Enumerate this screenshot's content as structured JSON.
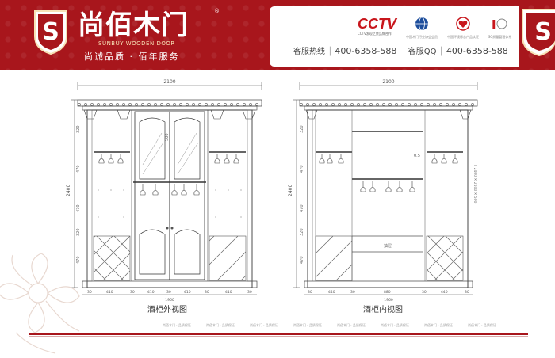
{
  "brand": {
    "logo_letter": "S",
    "name_cn": "尚佰木门",
    "name_en": "SUNBUY WOODEN DOOR",
    "slogan": "尚诚品质 · 佰年服务",
    "registered": "®"
  },
  "partners": {
    "cctv": "CCTV",
    "cctv_caption": "CCTV发现之旅品牌合作",
    "logo2_caption": "中国木门行业协会会员",
    "logo3_caption": "中国环境标志产品认证",
    "logo4_caption": "ISO质量管理体系"
  },
  "contact": {
    "hotline_label": "客服热线",
    "hotline_number": "400-6358-588",
    "qq_label": "客服QQ",
    "qq_number": "400-6358-588"
  },
  "drawings": {
    "left_caption": "酒柜外视图",
    "right_caption": "酒柜内视图",
    "left_width": "2100",
    "right_width": "2100",
    "left_height": "2400",
    "right_height": "2400",
    "left_bottom_dims": [
      "30",
      "410",
      "30",
      "410",
      "30",
      "410",
      "30",
      "410",
      "30"
    ],
    "right_bottom_dims": [
      "30",
      "440",
      "30",
      "880",
      "30",
      "440",
      "30"
    ],
    "left_side_dims": [
      "320",
      "470",
      "470",
      "320",
      "470"
    ],
    "right_side_dims": [
      "320",
      "470",
      "470",
      "320",
      "470"
    ],
    "left_total": "1960",
    "right_total": "1960",
    "door_mark": "0.5",
    "mid_note": "抽屉"
  },
  "footer": {
    "items": [
      "尚佰木门 · 品质保证",
      "尚佰木门 · 品质保证",
      "尚佰木门 · 品质保证",
      "尚佰木门 · 品质保证",
      "尚佰木门 · 品质保证",
      "尚佰木门 · 品质保证",
      "尚佰木门 · 品质保证",
      "尚佰木门 · 品质保证"
    ]
  },
  "colors": {
    "brand_red": "#a8161c",
    "gold": "#f7e2b6"
  }
}
